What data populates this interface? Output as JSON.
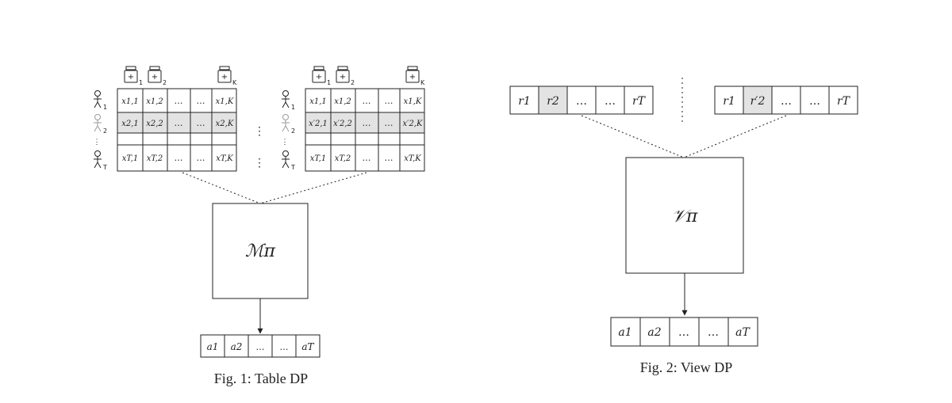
{
  "fig1": {
    "caption": "Fig. 1: Table DP",
    "mechanism": "ℳπ",
    "col_sub": [
      "1",
      "2",
      "K"
    ],
    "row_sub": [
      "1",
      "2",
      "T"
    ],
    "table_left": {
      "row1": [
        "x1,1",
        "x1,2",
        "…",
        "…",
        "x1,K"
      ],
      "row2": [
        "x2,1",
        "x2,2",
        "…",
        "…",
        "x2,K"
      ],
      "rowT": [
        "xT,1",
        "xT,2",
        "…",
        "…",
        "xT,K"
      ]
    },
    "table_right": {
      "row1": [
        "x1,1",
        "x1,2",
        "…",
        "…",
        "x1,K"
      ],
      "row2": [
        "x′2,1",
        "x′2,2",
        "…",
        "…",
        "x′2,K"
      ],
      "rowT": [
        "xT,1",
        "xT,2",
        "…",
        "…",
        "xT,K"
      ]
    },
    "output": [
      "a1",
      "a2",
      "…",
      "…",
      "aT"
    ]
  },
  "fig2": {
    "caption": "Fig. 2: View DP",
    "mechanism": "𝒱π",
    "view_left": [
      "r1",
      "r2",
      "…",
      "…",
      "rT"
    ],
    "view_right": [
      "r1",
      "r′2",
      "…",
      "…",
      "rT"
    ],
    "output": [
      "a1",
      "a2",
      "…",
      "…",
      "aT"
    ]
  },
  "colors": {
    "highlight": "#e3e3e3",
    "stroke": "#222222",
    "faded": "#9a9a9a"
  },
  "icons": {
    "column_header": "pill-bottle-icon",
    "row_header": "person-icon"
  }
}
